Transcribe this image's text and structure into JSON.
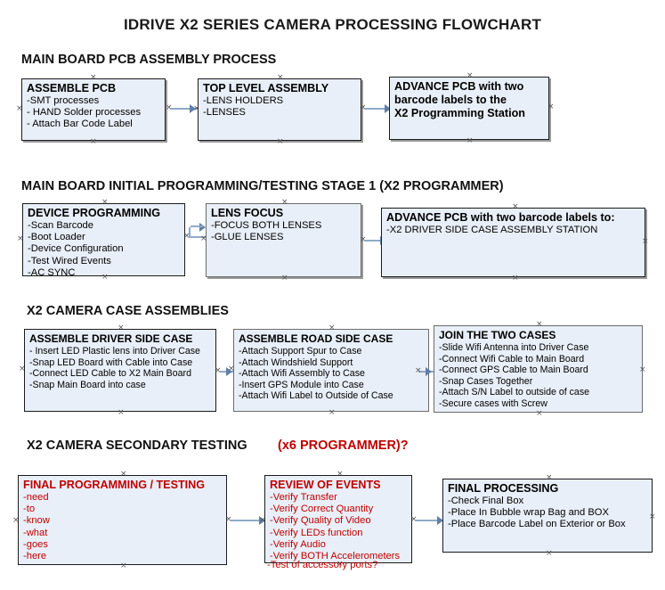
{
  "title": "IDRIVE X2  SERIES CAMERA PROCESSING FLOWCHART",
  "colors": {
    "box_fill": "#e9eff8",
    "box_border": "#1b1b1b",
    "connector": "#8faac8",
    "red_text": "#c00000"
  },
  "sections": [
    {
      "heading": "MAIN BOARD PCB ASSEMBLY PROCESS"
    },
    {
      "heading": "MAIN BOARD INITIAL PROGRAMMING/TESTING STAGE 1 (X2 PROGRAMMER)"
    },
    {
      "heading": "X2 CAMERA CASE ASSEMBLIES"
    },
    {
      "heading_black": "X2 CAMERA SECONDARY TESTING",
      "heading_red": "(x6 PROGRAMMER)?"
    }
  ],
  "boxes": {
    "assemble_pcb": {
      "title": "ASSEMBLE PCB",
      "lines": [
        "-SMT processes",
        "- HAND Solder processes",
        "- Attach Bar Code Label"
      ]
    },
    "top_level_assembly": {
      "title": "TOP LEVEL ASSEMBLY",
      "lines": [
        "-LENS HOLDERS",
        "-LENSES"
      ]
    },
    "advance_pcb_1": {
      "title": "ADVANCE PCB with two",
      "lines": [
        "barcode labels to the",
        " X2 Programming Station"
      ]
    },
    "device_programming": {
      "title": "DEVICE PROGRAMMING",
      "lines": [
        "-Scan Barcode",
        "-Boot Loader",
        "-Device Configuration",
        "-Test Wired Events",
        "-AC SYNC"
      ]
    },
    "lens_focus": {
      "title": "LENS FOCUS",
      "lines": [
        "-FOCUS BOTH LENSES",
        "-GLUE LENSES"
      ]
    },
    "advance_pcb_2": {
      "title": "ADVANCE PCB with two barcode labels to:",
      "lines": [
        "-X2 DRIVER  SIDE  CASE  ASSEMBLY STATION"
      ]
    },
    "assemble_driver_side_case": {
      "title": "ASSEMBLE DRIVER SIDE CASE",
      "lines": [
        "- Insert LED Plastic lens into Driver Case",
        "-Snap LED Board with Cable into Case",
        "-Connect LED Cable to X2 Main Board",
        "-Snap Main Board into case"
      ]
    },
    "assemble_road_side_case": {
      "title": "ASSEMBLE ROAD SIDE CASE",
      "lines": [
        "-Attach Support Spur to Case",
        "-Attach Windshield Support",
        "-Attach Wifi Assembly to Case",
        "-Insert GPS Module into Case",
        "-Attach Wifi Label to Outside of Case"
      ]
    },
    "join_the_two_cases": {
      "title": "JOIN THE TWO CASES",
      "lines": [
        "-Slide Wifi Antenna into Driver Case",
        "-Connect Wifi Cable to Main Board",
        "-Connect GPS Cable to Main Board",
        "-Snap Cases Together",
        "-Attach S/N Label to outside of case",
        "-Secure cases with Screw"
      ]
    },
    "final_programming_testing": {
      "title": "FINAL PROGRAMMING / TESTING",
      "lines": [
        "-need",
        "-to",
        "-know",
        "-what",
        "-goes",
        "-here"
      ]
    },
    "review_of_events": {
      "title": "REVIEW OF EVENTS",
      "lines": [
        "-Verify Transfer",
        "-Verify Correct Quantity",
        "-Verify Quality of Video",
        "-Verify LEDs function",
        "-Verify Audio",
        "-Verify BOTH Accelerometers"
      ],
      "overflow_line": "-Test of accessory ports?"
    },
    "final_processing": {
      "title": "FINAL PROCESSING",
      "lines": [
        " -Check Final Box",
        "-Place In Bubble wrap Bag and BOX",
        "-Place Barcode Label on Exterior or Box"
      ]
    }
  }
}
